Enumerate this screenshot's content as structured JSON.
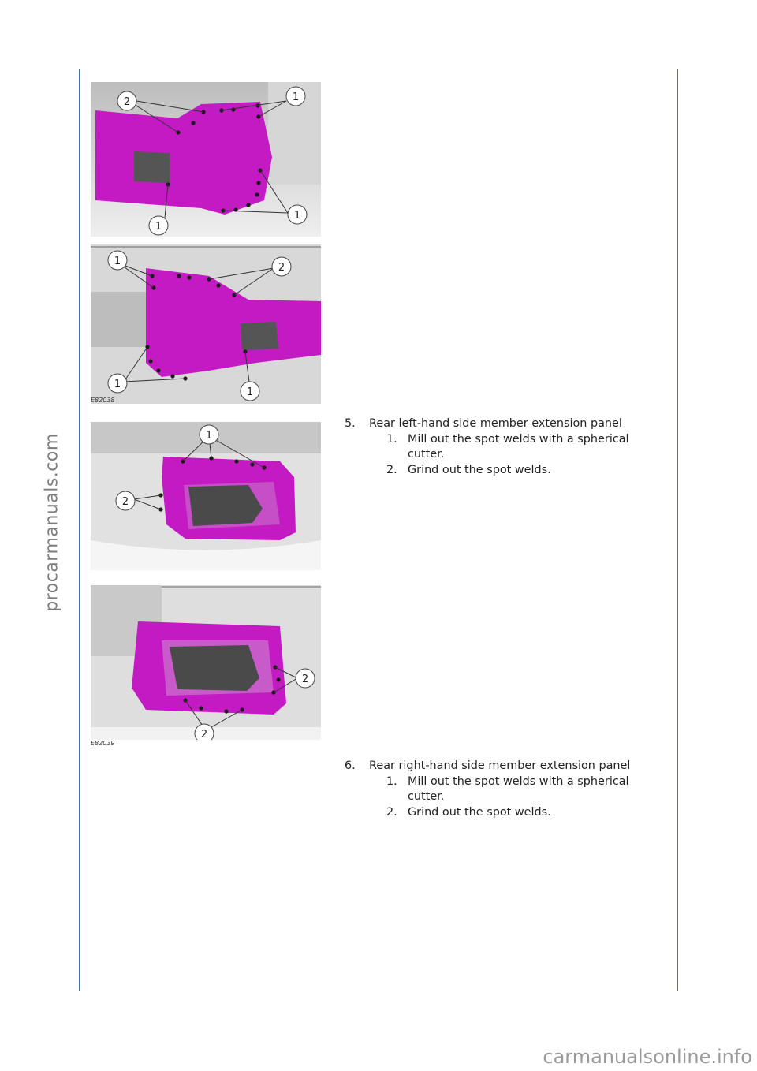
{
  "watermarks": {
    "side": "procarmanuals.com",
    "footer": "carmanualsonline.info"
  },
  "figures": [
    {
      "code": "E82038"
    },
    {
      "code": "E82039"
    }
  ],
  "callout_labels": {
    "one": "1",
    "two": "2"
  },
  "steps": [
    {
      "number": "5.",
      "title": "Rear left-hand side member extension panel",
      "substeps": [
        {
          "number": "1.",
          "text": "Mill out the spot welds with a spherical cutter."
        },
        {
          "number": "2.",
          "text": "Grind out the spot welds."
        }
      ]
    },
    {
      "number": "6.",
      "title": "Rear right-hand side member extension panel",
      "substeps": [
        {
          "number": "1.",
          "text": "Mill out the spot welds with a spherical cutter."
        },
        {
          "number": "2.",
          "text": "Grind out the spot welds."
        }
      ]
    }
  ],
  "colors": {
    "rule": "#4a6fb0",
    "panel_highlight": "#c41ac4"
  }
}
